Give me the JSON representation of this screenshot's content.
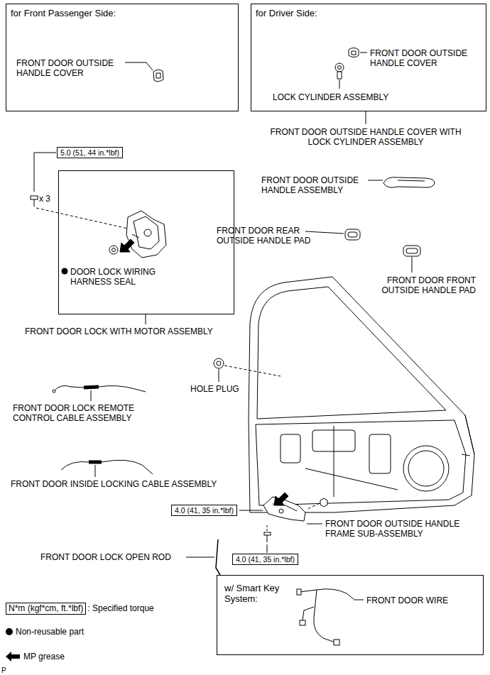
{
  "diagram": {
    "nodes": [
      {
        "text": [
          "for Front Passenger Side:",
          "FRONT DOOR OUTSIDE HANDLE COVER"
        ]
      },
      {
        "text": [
          "for Driver Side:",
          "FRONT DOOR OUTSIDE HANDLE COVER",
          "LOCK CYLINDER ASSEMBLY"
        ]
      },
      {
        "text": [
          "5.0 (51, 44 in.*lbf)"
        ]
      },
      {
        "text": [
          "DOOR LOCK WIRING HARNESS SEAL"
        ]
      },
      {
        "text": [
          "4.0 (41, 35 in.*lbf)"
        ]
      },
      {
        "text": [
          "4.0 (41, 35 in.*lbf)"
        ]
      },
      {
        "text": [
          "w/ Smart Key System:",
          "FRONT DOOR WIRE"
        ]
      },
      {
        "text": [
          "N*m (kgf*cm, ft.*lbf)"
        ]
      }
    ],
    "labels": [
      "FRONT DOOR OUTSIDE HANDLE COVER WITH LOCK CYLINDER ASSEMBLY",
      "x 3",
      "FRONT DOOR LOCK WITH MOTOR ASSEMBLY",
      "FRONT DOOR OUTSIDE HANDLE ASSEMBLY",
      "FRONT DOOR REAR OUTSIDE HANDLE PAD",
      "FRONT DOOR FRONT OUTSIDE HANDLE PAD",
      "HOLE PLUG",
      "FRONT DOOR LOCK REMOTE CONTROL CABLE ASSEMBLY",
      "FRONT DOOR INSIDE LOCKING CABLE ASSEMBLY",
      "FRONT DOOR OUTSIDE HANDLE FRAME SUB-ASSEMBLY",
      "FRONT DOOR LOCK OPEN ROD",
      "P"
    ],
    "legend": [
      {
        "text": ": Specified torque"
      },
      {
        "text": "Non-reusable part"
      },
      {
        "text": "MP grease"
      }
    ]
  }
}
